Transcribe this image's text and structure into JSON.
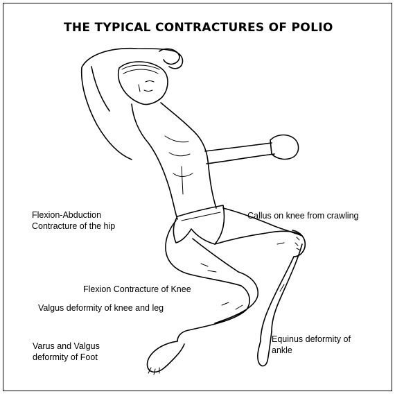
{
  "title": "THE TYPICAL CONTRACTURES OF POLIO",
  "labels": {
    "hip": "Flexion-Abduction\nContracture of the hip",
    "callus": "Callus on knee from crawling",
    "knee_flexion": "Flexion Contracture of Knee",
    "valgus_knee": "Valgus deformity of knee and leg",
    "varus_foot": "Varus and Valgus\ndeformity of Foot",
    "equinus": "Equinus deformity of\nankle"
  }
}
